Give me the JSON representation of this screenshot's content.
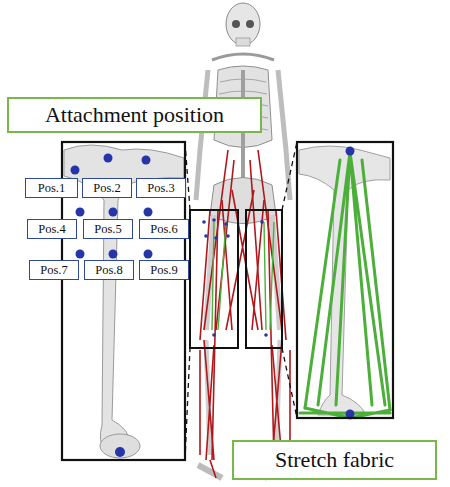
{
  "diagram": {
    "nodes": [
      {
        "text": [
          "Attachment position"
        ]
      },
      {
        "text": [
          "Pos.1"
        ]
      },
      {
        "text": [
          "Pos.2"
        ]
      },
      {
        "text": [
          "Pos.3"
        ]
      },
      {
        "text": [
          "Pos.4"
        ]
      },
      {
        "text": [
          "Pos.5"
        ]
      },
      {
        "text": [
          "Pos.6"
        ]
      },
      {
        "text": [
          "Pos.7"
        ]
      },
      {
        "text": [
          "Pos.8"
        ]
      },
      {
        "text": [
          "Pos.9"
        ]
      },
      {
        "text": [
          "Stretch fabric"
        ]
      }
    ]
  }
}
